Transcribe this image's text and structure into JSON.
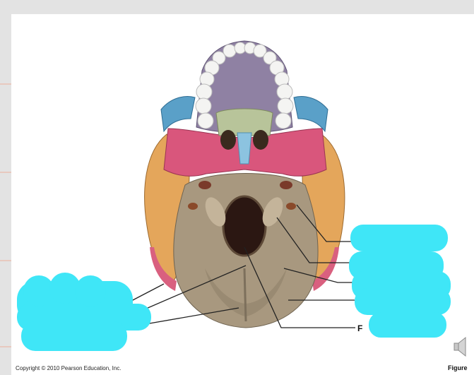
{
  "figure": {
    "copyright": "Copyright © 2010 Pearson Education, Inc.",
    "figure_label": "Figure",
    "partial_label": "F"
  },
  "icons": {
    "audio": "speaker-icon"
  },
  "colors": {
    "redaction": "#3fe6f7",
    "maxilla": "#8f81a3",
    "palatine": "#b8c49a",
    "vomer": "#8cc3e0",
    "sphenoid": "#d9567c",
    "zygomatic": "#5aa0c8",
    "temporal": "#e6a85e",
    "occipital": "#a89a84"
  }
}
